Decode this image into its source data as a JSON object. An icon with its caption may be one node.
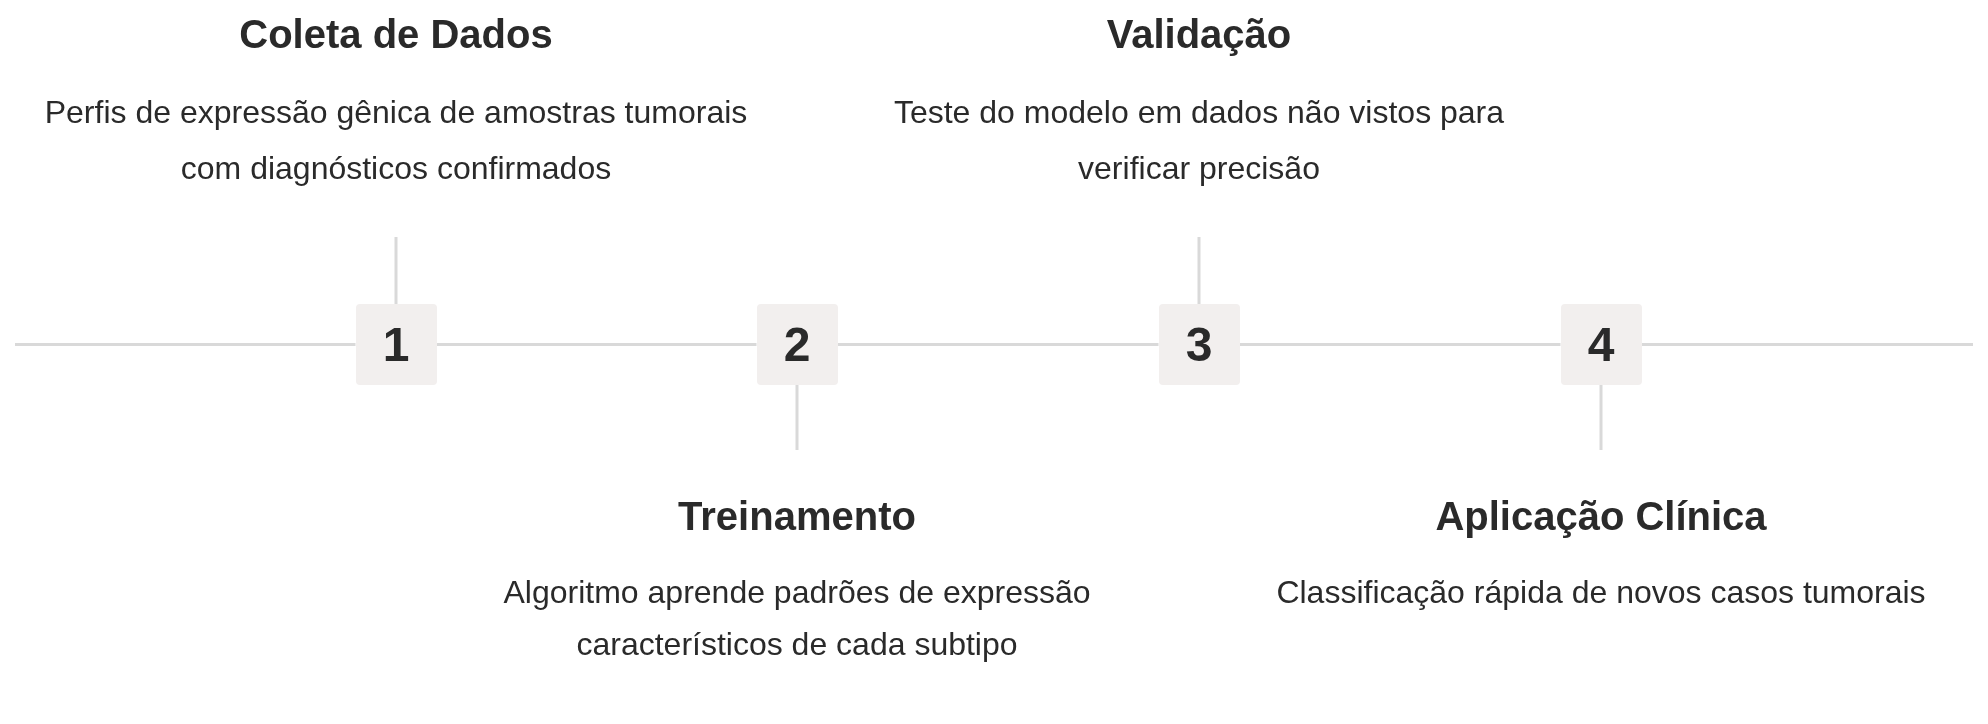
{
  "diagram": {
    "nodes": [
      {
        "text": [
          "Coleta de Dados",
          "Perfis de expressão gênica de amostras tumorais com diagnósticos confirmados"
        ]
      },
      {
        "text": [
          "Validação",
          "Teste do modelo em dados não vistos para verificar precisão"
        ]
      },
      {
        "text": [
          "1"
        ]
      },
      {
        "text": [
          "2"
        ]
      },
      {
        "text": [
          "3"
        ]
      },
      {
        "text": [
          "4"
        ]
      },
      {
        "text": [
          "Treinamento",
          "Algoritmo aprende padrões de expressão característicos de cada subtipo"
        ]
      },
      {
        "text": [
          "Aplicação Clínica",
          "Classificação rápida de novos casos tumorais"
        ]
      }
    ],
    "edges": [
      {
        "from": 0,
        "to": 2,
        "arrow": "none"
      },
      {
        "from": 1,
        "to": 4,
        "arrow": "none"
      },
      {
        "from": 3,
        "to": 6,
        "arrow": "none"
      },
      {
        "from": 5,
        "to": 7,
        "arrow": "none"
      },
      {
        "from": null,
        "to": 2,
        "arrow": "none"
      },
      {
        "from": 2,
        "to": 3,
        "arrow": "none"
      },
      {
        "from": 3,
        "to": 4,
        "arrow": "none"
      },
      {
        "from": 4,
        "to": 5,
        "arrow": "none"
      },
      {
        "from": 5,
        "to": null,
        "arrow": "none"
      }
    ]
  }
}
